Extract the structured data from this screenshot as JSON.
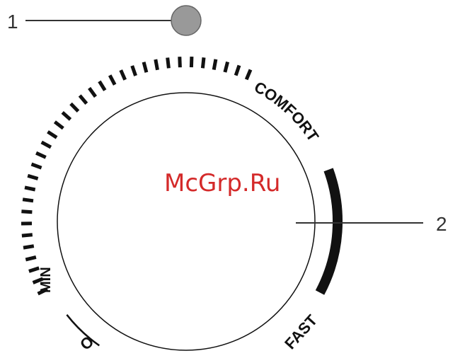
{
  "callouts": [
    {
      "number": "1"
    },
    {
      "number": "2"
    }
  ],
  "dial": {
    "labels": {
      "comfort": "COMFORT",
      "fast": "FAST",
      "min": "MIN",
      "off": "O"
    }
  },
  "watermark": {
    "text": "McGrp.Ru",
    "color": "#d42a2a"
  },
  "colors": {
    "indicator": "#999999",
    "ink": "#111111"
  }
}
